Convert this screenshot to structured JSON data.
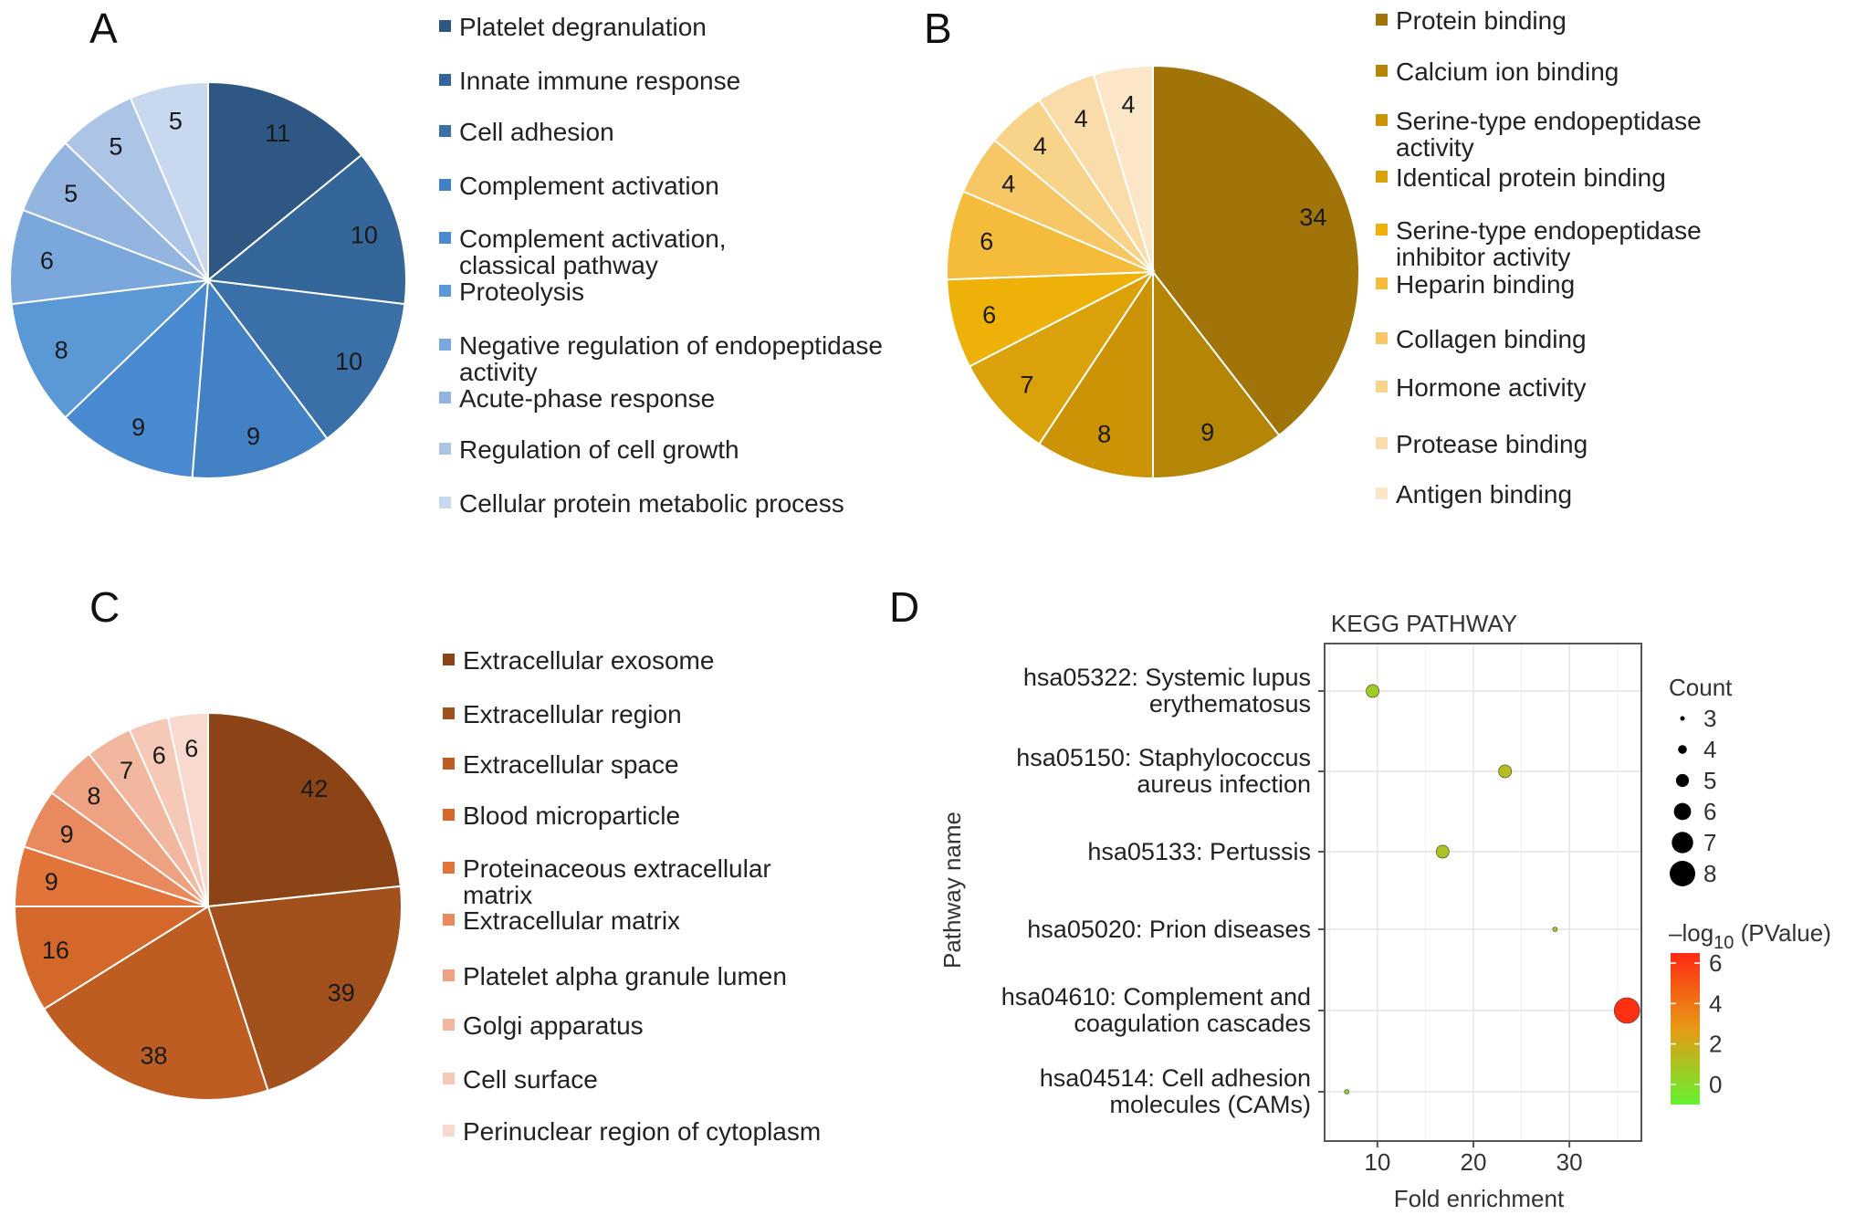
{
  "chart_data": [
    {
      "type": "pie",
      "panel": "A",
      "start_angle_deg": 0,
      "direction": "clockwise",
      "categories": [
        "Platelet degranulation",
        [
          "Innate immune response"
        ],
        [
          "Cell adhesion"
        ],
        [
          "Complement activation"
        ],
        [
          "Complement activation,",
          "classical pathway"
        ],
        [
          "Proteolysis"
        ],
        [
          "Negative regulation of endopeptidase",
          "activity"
        ],
        [
          "Acute-phase response"
        ],
        [
          "Regulation of cell growth"
        ],
        [
          "Cellular protein metabolic process"
        ]
      ],
      "values": [
        11,
        10,
        10,
        9,
        9,
        8,
        6,
        5,
        5,
        5
      ],
      "colors": [
        "#2e5784",
        "#34669a",
        "#3a6fa8",
        "#4181c4",
        "#4a8ad0",
        "#5b98d6",
        "#7aa8dc",
        "#93b5df",
        "#acc5e6",
        "#c8d8ee"
      ]
    },
    {
      "type": "pie",
      "panel": "B",
      "start_angle_deg": 0,
      "direction": "clockwise",
      "categories": [
        [
          "Protein binding"
        ],
        [
          "Calcium ion binding"
        ],
        [
          "Serine-type endopeptidase",
          "activity"
        ],
        [
          "Identical protein binding"
        ],
        [
          "Serine-type endopeptidase",
          "inhibitor activity"
        ],
        [
          "Heparin binding"
        ],
        [
          "Collagen binding"
        ],
        [
          "Hormone activity"
        ],
        [
          "Protease binding"
        ],
        [
          "Antigen binding"
        ]
      ],
      "values": [
        34,
        9,
        8,
        7,
        6,
        6,
        4,
        4,
        4,
        4
      ],
      "colors": [
        "#a07408",
        "#b58506",
        "#cb9305",
        "#daa10a",
        "#eeb107",
        "#f5bb3a",
        "#f7c765",
        "#f8d38a",
        "#fadcaa",
        "#fbe6c7"
      ]
    },
    {
      "type": "pie",
      "panel": "C",
      "start_angle_deg": 0,
      "direction": "clockwise",
      "categories": [
        [
          "Extracellular exosome"
        ],
        [
          "Extracellular region"
        ],
        [
          "Extracellular space"
        ],
        [
          "Blood microparticle"
        ],
        [
          "Proteinaceous extracellular",
          "matrix"
        ],
        [
          "Extracellular matrix"
        ],
        [
          "Platelet alpha granule lumen"
        ],
        [
          "Golgi apparatus"
        ],
        [
          "Cell surface"
        ],
        [
          "Perinuclear region of cytoplasm"
        ]
      ],
      "values": [
        42,
        39,
        38,
        16,
        9,
        9,
        8,
        7,
        6,
        6
      ],
      "colors": [
        "#8c4416",
        "#a2511c",
        "#bd5d21",
        "#d4682a",
        "#e2743a",
        "#e88a5e",
        "#eea281",
        "#f2b79f",
        "#f5c8b7",
        "#f8d9cf"
      ]
    },
    {
      "type": "scatter",
      "panel": "D",
      "title": "KEGG PATHWAY",
      "xlabel": "Fold enrichment",
      "ylabel": "Pathway name",
      "xlim": [
        4.5,
        37.5
      ],
      "xticks": [
        10,
        20,
        30
      ],
      "grid": true,
      "categories": [
        [
          "hsa05322: Systemic lupus",
          "erythematosus"
        ],
        [
          "hsa05150: Staphylococcus",
          "aureus infection"
        ],
        [
          "hsa05133: Pertussis"
        ],
        [
          "hsa05020: Prion diseases"
        ],
        [
          "hsa04610: Complement and",
          "coagulation cascades"
        ],
        [
          "hsa04514: Cell adhesion",
          "molecules (CAMs)"
        ]
      ],
      "points": [
        {
          "x": 9.5,
          "count": 5,
          "neglog10p": 0.6
        },
        {
          "x": 23.3,
          "count": 5,
          "neglog10p": 1.3
        },
        {
          "x": 16.8,
          "count": 5,
          "neglog10p": 1.1
        },
        {
          "x": 28.5,
          "count": 3,
          "neglog10p": 0.7
        },
        {
          "x": 36.0,
          "count": 8,
          "neglog10p": 6.3
        },
        {
          "x": 6.8,
          "count": 3,
          "neglog10p": 0.3
        }
      ],
      "size_legend": {
        "title": "Count",
        "values": [
          3,
          4,
          5,
          6,
          7,
          8
        ]
      },
      "color_legend": {
        "title_main": "–log",
        "title_sub": "10",
        "title_rest": " (PValue)",
        "range": [
          -1,
          6.5
        ],
        "ticks": [
          6,
          4,
          2,
          0
        ],
        "low_color": "#66f22e",
        "mid_color": "#e79a16",
        "high_color": "#ff2a14"
      }
    }
  ],
  "panels": {
    "a": "A",
    "b": "B",
    "c": "C",
    "d": "D"
  }
}
